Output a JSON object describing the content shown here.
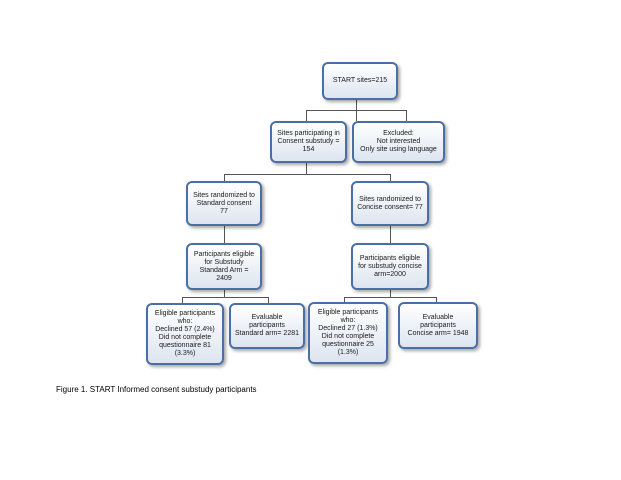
{
  "diagram": {
    "start": {
      "text": "START sites=215"
    },
    "consent": {
      "line1": "Sites participating in",
      "line2": "Consent substudy =",
      "line3": "154"
    },
    "excluded": {
      "title": "Excluded:",
      "line1": "Not interested",
      "line2": "Only site using language"
    },
    "standard_sites": {
      "line1": "Sites randomized to",
      "line2": "Standard consent",
      "line3": "77"
    },
    "concise_sites": {
      "line1": "Sites randomized to",
      "line2": "Concise consent= 77"
    },
    "standard_eligible": {
      "line1": "Participants eligible",
      "line2": "for Substudy",
      "line3": "Standard Arm =",
      "line4": "2409"
    },
    "concise_eligible": {
      "line1": "Participants eligible",
      "line2": "for substudy concise",
      "line3": "arm=2000"
    },
    "standard_eligible_who": {
      "line1": "Eligible participants",
      "line2": "who:",
      "line3": "Declined 57 (2.4%)",
      "line4": "Did not complete",
      "line5": "questionnaire 81",
      "line6": "(3.3%)"
    },
    "standard_evaluable": {
      "line1": "Evaluable",
      "line2": "participants",
      "line3": "Standard arm= 2281"
    },
    "concise_eligible_who": {
      "line1": "Eligible participants",
      "line2": "who:",
      "line3": "Declined 27 (1.3%)",
      "line4": "Did not complete",
      "line5": "questionnaire 25",
      "line6": "(1.3%)"
    },
    "concise_evaluable": {
      "line1": "Evaluable",
      "line2": "participants",
      "line3": "Concise arm= 1948"
    }
  },
  "caption": "Figure 1.  START Informed consent substudy participants"
}
